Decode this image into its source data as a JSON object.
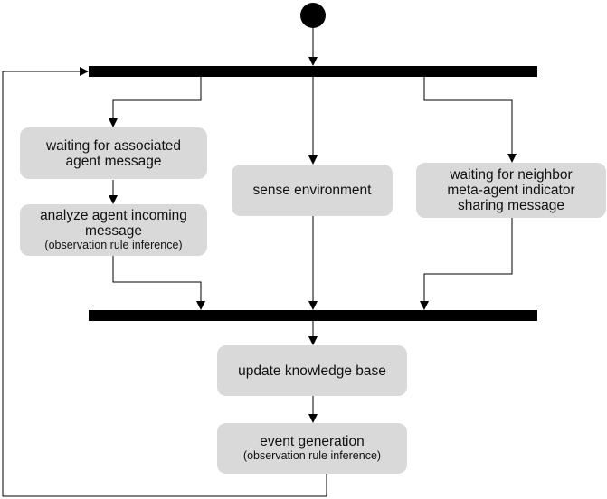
{
  "diagram": {
    "nodes": {
      "waiting_associated": {
        "line1": "waiting for associated",
        "line2": "agent  message"
      },
      "analyze": {
        "line1": "analyze agent incoming",
        "line2": "message",
        "sub": "(observation rule inference)"
      },
      "sense": {
        "line1": "sense environment"
      },
      "waiting_neighbor": {
        "line1": "waiting for neighbor",
        "line2": "meta-agent indicator",
        "line3": "sharing message"
      },
      "update": {
        "line1": "update knowledge base"
      },
      "event": {
        "line1": "event generation",
        "sub": "(observation rule inference)"
      }
    },
    "colors": {
      "node_fill": "#d9d9d9",
      "bar": "#000000",
      "line": "#000000"
    }
  }
}
